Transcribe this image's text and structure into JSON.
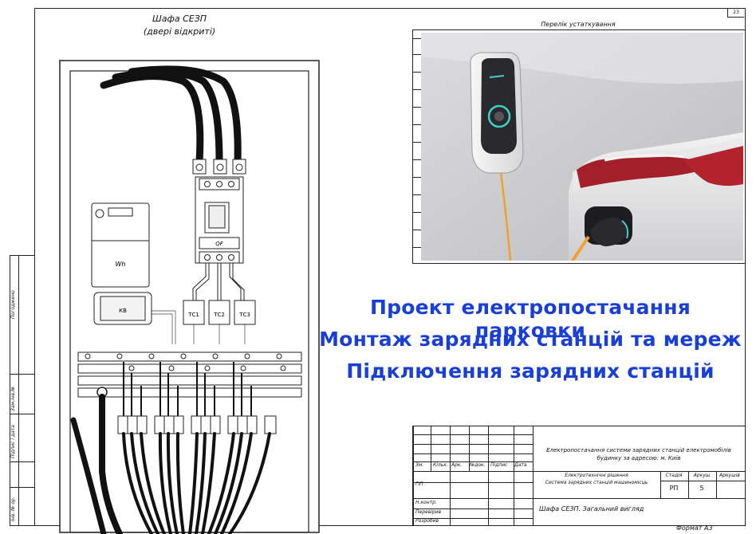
{
  "sheet": {
    "number": "23",
    "format_label": "Формат А3"
  },
  "cabinet": {
    "title": "Шафа СЕЗП",
    "subtitle": "(двері відкриті)",
    "meter_label": "Wh",
    "kv_label": "КВ",
    "breaker_label": "QF",
    "ct_labels": [
      "ТС1",
      "ТС2",
      "ТС3"
    ]
  },
  "equipment": {
    "title": "Перелік устаткування"
  },
  "titles": [
    "Проект електропостачання парковки",
    "Монтаж зарядних станцій та мереж",
    "Підключення зарядних станцій"
  ],
  "side_stamp": {
    "labels": [
      "Погоджено",
      "Зам.інв.№",
      "Підпис і дата",
      "Інв. № ор."
    ]
  },
  "title_block": {
    "project": "Електропостачання системи зарядних станцій електромобілів будинку за адресою: м. Київ",
    "org": "Електротехнічні рішення",
    "system": "Система зарядних станцій машиномісць",
    "drawing": "Шафа СЕЗП. Загальний вигляд",
    "col_headers": [
      "Зм.",
      "Кільк.",
      "Арк.",
      "№док.",
      "Підпис",
      "Дата"
    ],
    "row_labels": [
      "ГІП",
      "Н.контр.",
      "Перевірив",
      "Розробив"
    ],
    "stage_header": "Стадія",
    "sheet_header": "Аркуш",
    "sheets_header": "Аркушів",
    "stage": "РП",
    "sheet_num": "5",
    "sheets_total": ""
  },
  "colors": {
    "title_blue": "#1a3fd6",
    "cable": "#111111"
  }
}
